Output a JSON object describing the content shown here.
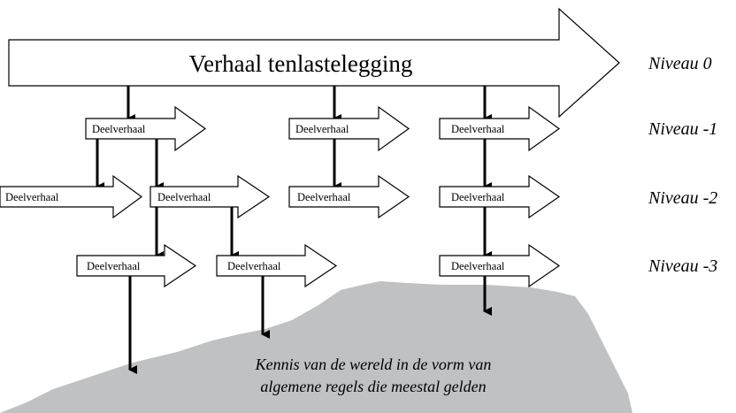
{
  "main_story": {
    "label": "Verhaal tenlastelegging"
  },
  "levels": [
    {
      "label": "Niveau 0"
    },
    {
      "label": "Niveau -1"
    },
    {
      "label": "Niveau -2"
    },
    {
      "label": "Niveau -3"
    }
  ],
  "substories": [
    {
      "label": "Deelverhaal"
    },
    {
      "label": "Deelverhaal"
    },
    {
      "label": "Deelverhaal"
    },
    {
      "label": "Deelverhaal"
    },
    {
      "label": "Deelverhaal"
    },
    {
      "label": "Deelverhaal"
    },
    {
      "label": "Deelverhaal"
    },
    {
      "label": "Deelverhaal"
    },
    {
      "label": "Deelverhaal"
    },
    {
      "label": "Deelverhaal"
    }
  ],
  "knowledge": {
    "line1": "Kennis van de wereld in de vorm van",
    "line2": "algemene regels die meestal gelden"
  },
  "colors": {
    "ground": "#c0c1c3",
    "stroke": "#000000",
    "fill": "#ffffff"
  }
}
